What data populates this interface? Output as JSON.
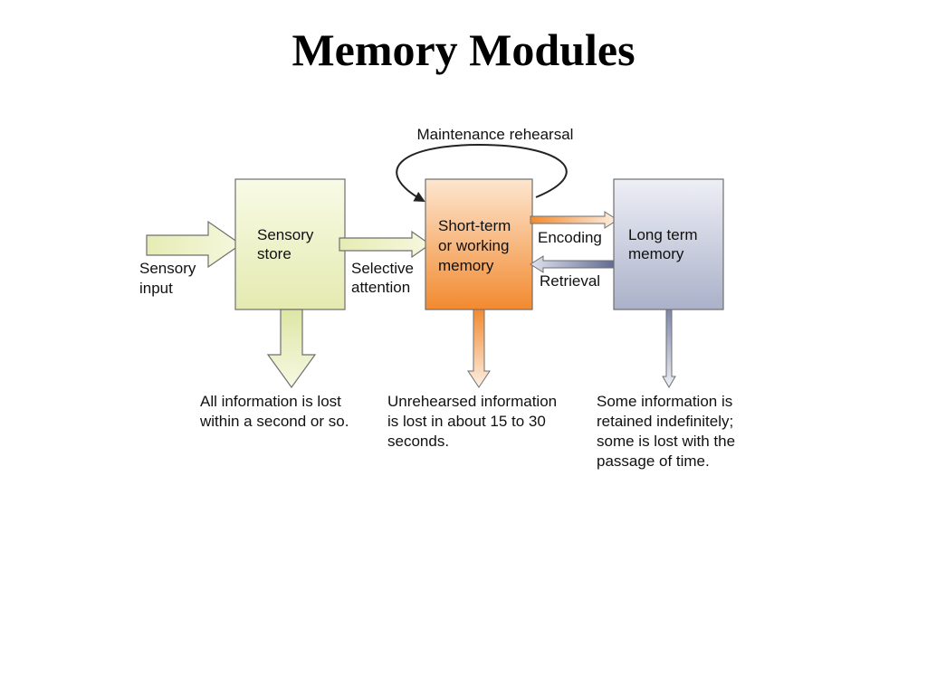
{
  "title": "Memory Modules",
  "diagram": {
    "loop_label": "Maintenance rehearsal",
    "sensory_input": [
      "Sensory",
      "input"
    ],
    "sensory_store": [
      "Sensory",
      "store"
    ],
    "selective_attention": [
      "Selective",
      "attention"
    ],
    "short_term": [
      "Short-term",
      "or working",
      "memory"
    ],
    "encoding": "Encoding",
    "retrieval": "Retrieval",
    "long_term": [
      "Long term",
      "memory"
    ],
    "note_sensory": [
      "All information is lost",
      "within a second or so."
    ],
    "note_short": [
      "Unrehearsed information",
      "is lost in about 15 to 30",
      "seconds."
    ],
    "note_long": [
      "Some information is",
      "retained indefinitely;",
      "some is lost with the",
      "passage of time."
    ]
  },
  "colors": {
    "sensory_box": "#eef3c4",
    "short_term_box": "#f59a4a",
    "long_term_box": "#c3c8da",
    "outline": "#6f6f6f"
  }
}
